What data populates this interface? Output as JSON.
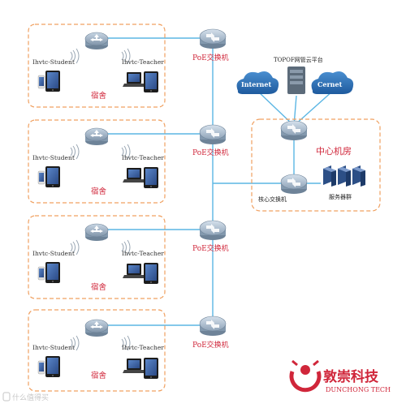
{
  "dorms": [
    {
      "ssid_student": "Ihvtc-Student",
      "ssid_teacher": "Ihvtc-Teacher",
      "label": "宿舍",
      "switch_label": "PoE交换机"
    },
    {
      "ssid_student": "Ihvtc-Student",
      "ssid_teacher": "Ihvtc-Teacher",
      "label": "宿舍",
      "switch_label": "PoE交换机"
    },
    {
      "ssid_student": "Ihvtc-Student",
      "ssid_teacher": "Ihvtc-Teacher",
      "label": "宿舍",
      "switch_label": "PoE交换机"
    },
    {
      "ssid_student": "Ihvtc-Student",
      "ssid_teacher": "Ihvtc-Teacher",
      "label": "宿舍",
      "switch_label": "PoE交换机"
    }
  ],
  "core": {
    "platform_label": "TOPOF网管云平台",
    "cloud_left": "Internet",
    "cloud_right": "Cernet",
    "datacenter_label": "中心机房",
    "core_switch_label": "核心交换机",
    "server_label": "服务器群"
  },
  "brand": {
    "name_cn": "敦崇科技",
    "name_en": "DUNCHONG TECH",
    "watermark": "什么值得买",
    "accent_red": "#d0263a",
    "dash_orange": "#f0a060",
    "link_blue": "#5bb6e4"
  }
}
